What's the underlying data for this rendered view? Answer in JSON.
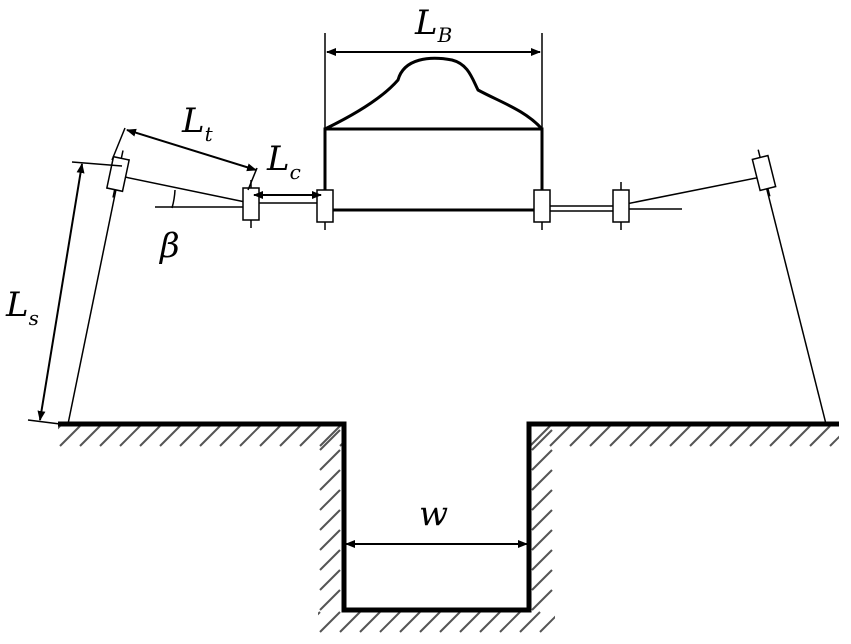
{
  "labels": {
    "lb": {
      "main": "L",
      "sub": "B"
    },
    "lt": {
      "main": "L",
      "sub": "t"
    },
    "lc": {
      "main": "L",
      "sub": "c"
    },
    "ls": {
      "main": "L",
      "sub": "s"
    },
    "beta": "β",
    "w": "w"
  },
  "colors": {
    "stroke": "#000000",
    "background": "#ffffff"
  }
}
